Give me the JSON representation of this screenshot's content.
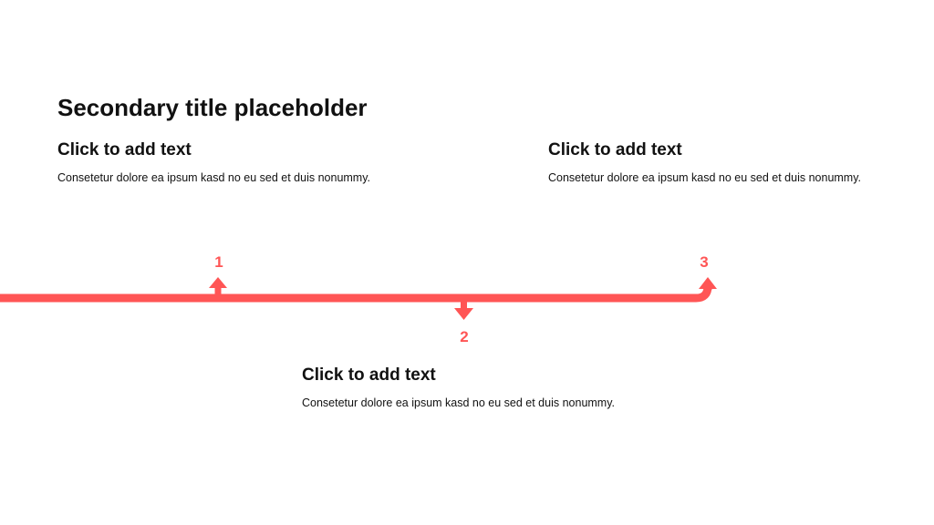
{
  "slide": {
    "title": "Secondary title placeholder",
    "accent_color": "#ff5555",
    "steps": [
      {
        "number": "1",
        "heading": "Click to add text",
        "body": "Consetetur dolore ea ipsum kasd no eu sed et duis nonummy.",
        "arrow_direction": "up"
      },
      {
        "number": "2",
        "heading": "Click to add text",
        "body": "Consetetur dolore ea ipsum kasd no eu sed et duis nonummy.",
        "arrow_direction": "down"
      },
      {
        "number": "3",
        "heading": "Click to add text",
        "body": "Consetetur dolore ea ipsum kasd no eu sed et duis nonummy.",
        "arrow_direction": "up"
      }
    ]
  }
}
